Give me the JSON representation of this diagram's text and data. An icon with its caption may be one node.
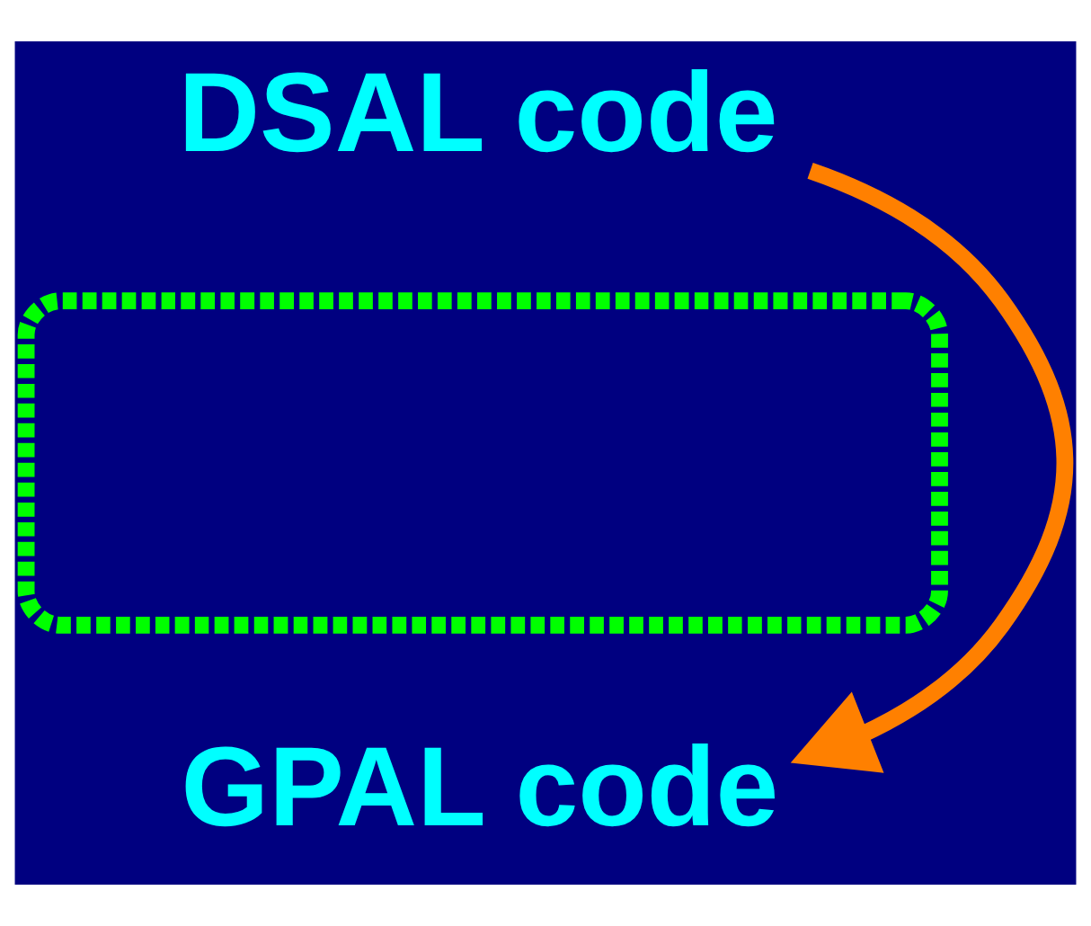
{
  "diagram": {
    "nodes": [
      {
        "text": [
          "DSAL code"
        ]
      },
      {
        "text": [],
        "shape": "box"
      },
      {
        "text": [
          "GPAL code"
        ]
      }
    ],
    "edges": [
      {
        "from": 0,
        "to": 2,
        "arrow": "to",
        "color": "#ff8000"
      }
    ]
  }
}
